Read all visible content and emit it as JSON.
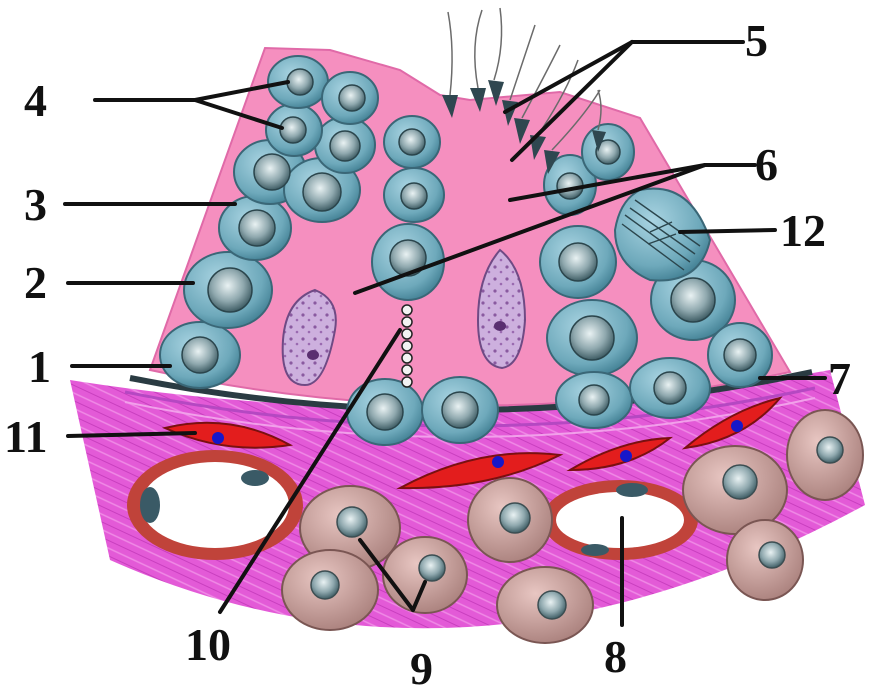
{
  "labels": {
    "l1": "1",
    "l2": "2",
    "l3": "3",
    "l4": "4",
    "l5": "5",
    "l6": "6",
    "l7": "7",
    "l8": "8",
    "l9": "9",
    "l10": "10",
    "l11": "11",
    "l12": "12"
  },
  "colors": {
    "lumen_cytoplasm": "#f58fbf",
    "interstitium": "#e45bd6",
    "germ_cell": "#5d99ad",
    "myoid_cell": "#e31d1d",
    "leydig_cell": "#c99c98",
    "sertoli_cell": "#c8a7d9",
    "basement_membrane": "#2a3b42",
    "nucleus_dot": "#1717c9"
  }
}
